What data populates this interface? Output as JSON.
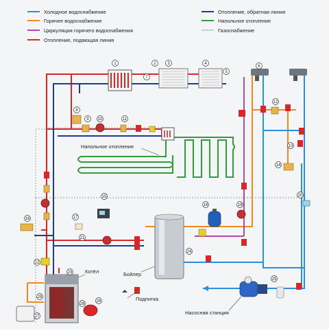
{
  "legend": [
    {
      "label": "Холодное водоснабжение",
      "color": "#2a8ee0"
    },
    {
      "label": "Горячее водоснабжение",
      "color": "#f08a1c"
    },
    {
      "label": "Циркуляция горячего водоснабжения",
      "color": "#b04aa8"
    },
    {
      "label": "Отопление, подающая линия",
      "color": "#d6282a"
    },
    {
      "label": "Отопление, обратная линия",
      "color": "#1f3a8f"
    },
    {
      "label": "Напольное отопление",
      "color": "#2f9e3a"
    },
    {
      "label": "Газоснабжение",
      "color": "#c9ccd1"
    }
  ],
  "labels": {
    "floor_heating": "Напольное отопление",
    "boiler_unit": "Котёл",
    "water_heater": "Бойлер",
    "supply": "Подпитка",
    "pump_station": "Насосная станция"
  },
  "numbers": [
    "1",
    "2",
    "3",
    "4",
    "5",
    "6",
    "7",
    "8",
    "9",
    "10",
    "11",
    "12",
    "13",
    "14",
    "15",
    "16",
    "17",
    "18",
    "19",
    "20",
    "21",
    "22",
    "23",
    "24",
    "25",
    "26",
    "27",
    "28",
    "29"
  ],
  "colors": {
    "background": "#f4f5f6",
    "cold": "#2a8ee0",
    "hot": "#f08a1c",
    "circulation": "#b04aa8",
    "supply": "#d6282a",
    "return": "#1f3a8f",
    "floor": "#2f9e3a",
    "gas": "#c9ccd1"
  }
}
